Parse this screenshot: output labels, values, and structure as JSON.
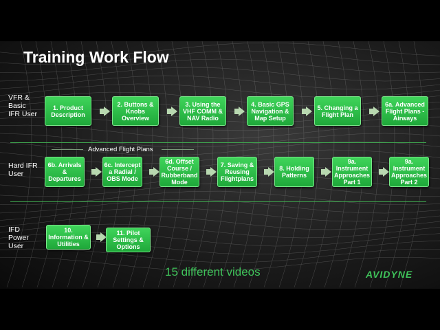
{
  "title": "Training Work Flow",
  "rows": [
    {
      "label": "VFR &\nBasic\nIFR User",
      "boxes": [
        "1. Product Description",
        "2. Buttons & Knobs Overview",
        "3. Using the VHF COMM & NAV Radio",
        "4. Basic GPS Navigation & Map Setup",
        "5. Changing a Flight Plan",
        "6a. Advanced Flight Plans - Airways"
      ]
    },
    {
      "label": "Hard IFR\nUser",
      "boxes": [
        "6b. Arrivals & Departures",
        "6c. Intercept a Radial / OBS Mode",
        "6d. Offset Course / Rubberband Mode",
        "7. Saving & Reusing Flightplans",
        "8. Holding Patterns",
        "9a. Instrument Approaches Part 1",
        "9a. Instrument Approaches Part 2"
      ]
    },
    {
      "label": "IFD\nPower\nUser",
      "boxes": [
        "10. Information & Utilities",
        "11. Pilot Settings & Options"
      ]
    }
  ],
  "group_label": "Advanced Flight Plans",
  "footer": "15 different videos",
  "logo": "AVIDYNE"
}
